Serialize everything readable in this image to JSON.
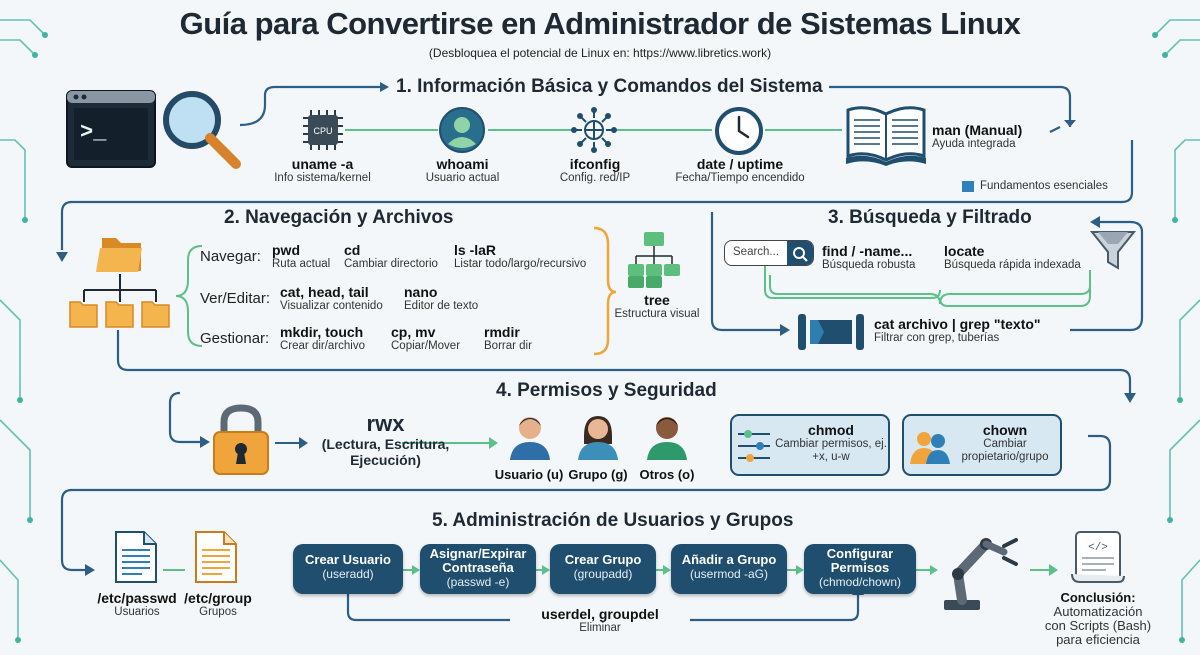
{
  "header": {
    "title": "Guía para Convertirse en Administrador de Sistemas Linux",
    "subtitle": "(Desbloquea el potencial de Linux en: https://www.libretics.work)"
  },
  "section1": {
    "title": "1. Información Básica y Comandos del Sistema",
    "cpu_chip_label": "CPU",
    "items": [
      {
        "cmd": "uname -a",
        "desc": "Info sistema/kernel"
      },
      {
        "cmd": "whoami",
        "desc": "Usuario actual"
      },
      {
        "cmd": "ifconfig",
        "desc": "Config. red/IP"
      },
      {
        "cmd": "date / uptime",
        "desc": "Fecha/Tiempo encendido"
      },
      {
        "cmd": "man (Manual)",
        "desc": "Ayuda integrada"
      }
    ],
    "legend": "Fundamentos esenciales"
  },
  "section2": {
    "title": "2. Navegación y Archivos",
    "rows": [
      {
        "label": "Navegar:",
        "items": [
          {
            "cmd": "pwd",
            "desc": "Ruta actual"
          },
          {
            "cmd": "cd",
            "desc": "Cambiar directorio"
          },
          {
            "cmd": "ls -laR",
            "desc": "Listar todo/largo/recursivo"
          }
        ]
      },
      {
        "label": "Ver/Editar:",
        "items": [
          {
            "cmd": "cat, head, tail",
            "desc": "Visualizar contenido"
          },
          {
            "cmd": "nano",
            "desc": "Editor de texto"
          }
        ]
      },
      {
        "label": "Gestionar:",
        "items": [
          {
            "cmd": "mkdir, touch",
            "desc": "Crear dir/archivo"
          },
          {
            "cmd": "cp, mv",
            "desc": "Copiar/Mover"
          },
          {
            "cmd": "rmdir",
            "desc": "Borrar dir"
          }
        ]
      }
    ],
    "tree": {
      "cmd": "tree",
      "desc": "Estructura visual"
    }
  },
  "section3": {
    "title": "3. Búsqueda y Filtrado",
    "search_placeholder": "Search...",
    "items": [
      {
        "cmd": "find / -name...",
        "desc": "Búsqueda robusta"
      },
      {
        "cmd": "locate",
        "desc": "Búsqueda rápida indexada"
      }
    ],
    "grep": {
      "cmd": "cat archivo | grep \"texto\"",
      "desc": "Filtrar con grep, tuberías"
    }
  },
  "section4": {
    "title": "4. Permisos y Seguridad",
    "rwx": "rwx",
    "rwx_desc": "(Lectura, Escritura, Ejecución)",
    "users": [
      {
        "label": "Usuario (u)",
        "color": "#2f6fa8"
      },
      {
        "label": "Grupo (g)",
        "color": "#3c8fb8"
      },
      {
        "label": "Otros (o)",
        "color": "#2e9a6c"
      }
    ],
    "chmod": {
      "cmd": "chmod",
      "desc": "Cambiar permisos, ej. +x, u-w"
    },
    "chown": {
      "cmd": "chown",
      "desc": "Cambiar propietario/grupo"
    }
  },
  "section5": {
    "title": "5. Administración de Usuarios y Grupos",
    "files": [
      {
        "cmd": "/etc/passwd",
        "desc": "Usuarios"
      },
      {
        "cmd": "/etc/group",
        "desc": "Grupos"
      }
    ],
    "steps": [
      {
        "title": "Crear Usuario",
        "sub": "(useradd)"
      },
      {
        "title": "Asignar/Expirar Contraseña",
        "sub": "(passwd -e)"
      },
      {
        "title": "Crear Grupo",
        "sub": "(groupadd)"
      },
      {
        "title": "Añadir a Grupo",
        "sub": "(usermod -aG)"
      },
      {
        "title": "Configurar Permisos",
        "sub": "(chmod/chown)"
      }
    ],
    "delete": {
      "cmd": "userdel, groupdel",
      "desc": "Eliminar"
    },
    "conclusion": {
      "title": "Conclusión:",
      "lines": [
        "Automatización",
        "con Scripts (Bash)",
        "para eficiencia"
      ]
    }
  },
  "colors": {
    "accent": "#1f4e6e",
    "line": "#2d5f86",
    "green": "#5cc08a",
    "folder": "#f0a53c"
  }
}
